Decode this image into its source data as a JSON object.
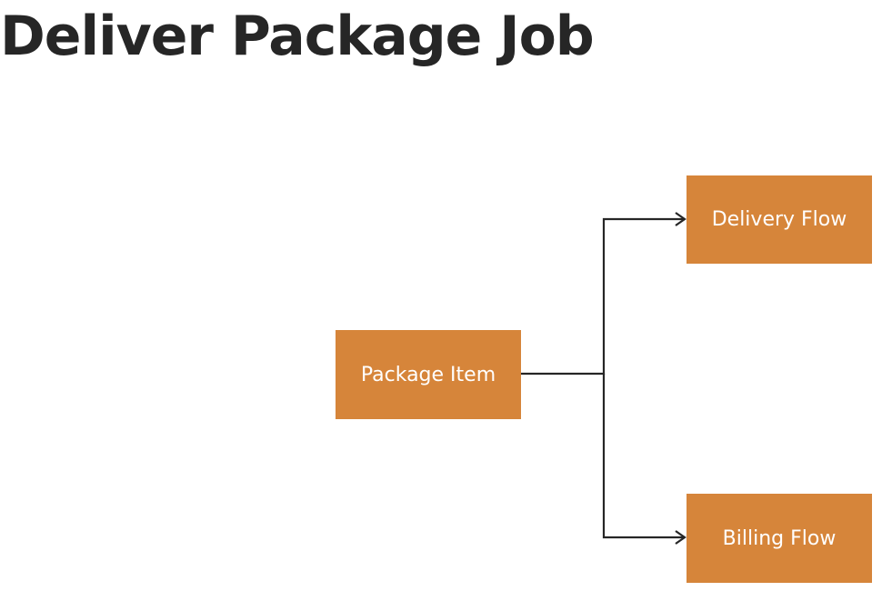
{
  "title": "Deliver Package Job",
  "colors": {
    "box": "#d6853a",
    "box_text": "#ffffff",
    "line": "#262626",
    "title": "#262626"
  },
  "nodes": {
    "source": {
      "label": "Package Item"
    },
    "top": {
      "label": "Delivery Flow"
    },
    "bottom": {
      "label": "Billing Flow"
    }
  },
  "edges": [
    {
      "from": "Package Item",
      "to": "Delivery Flow"
    },
    {
      "from": "Package Item",
      "to": "Billing Flow"
    }
  ]
}
